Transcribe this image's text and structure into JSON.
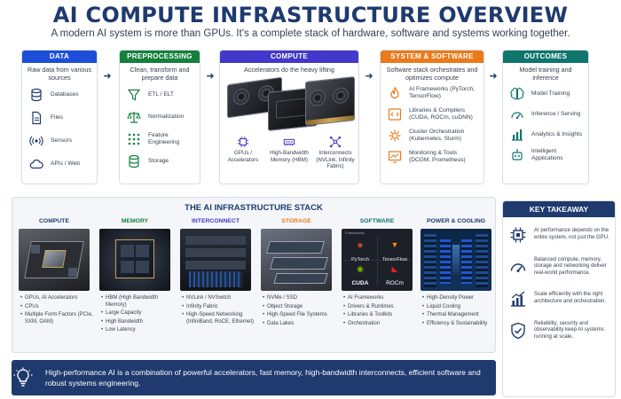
{
  "header": {
    "title": "AI COMPUTE INFRASTRUCTURE OVERVIEW",
    "subtitle": "A modern AI system is more than GPUs. It's a complete stack of hardware, software and systems working together."
  },
  "colors": {
    "navy": "#1e3a6e",
    "data": "#1d4ed8",
    "preprocessing": "#15803d",
    "compute": "#4338ca",
    "system_software": "#ea7a1c",
    "outcomes": "#0f766e"
  },
  "flow": {
    "data": {
      "label": "DATA",
      "desc": "Raw data from various sources",
      "items": [
        {
          "label": "Databases",
          "icon": "database-icon"
        },
        {
          "label": "Files",
          "icon": "file-icon"
        },
        {
          "label": "Sensors",
          "icon": "sensor-icon"
        },
        {
          "label": "APIs / Web",
          "icon": "cloud-icon"
        }
      ]
    },
    "preprocessing": {
      "label": "PREPROCESSING",
      "desc": "Clean, transform and prepare data",
      "items": [
        {
          "label": "ETL / ELT",
          "icon": "funnel-icon"
        },
        {
          "label": "Normalization",
          "icon": "scale-icon"
        },
        {
          "label": "Feature Engineering",
          "icon": "grid-dots-icon"
        },
        {
          "label": "Storage",
          "icon": "storage-icon"
        }
      ]
    },
    "compute": {
      "label": "COMPUTE",
      "desc": "Accelerators do the heavy lifting",
      "items": [
        {
          "label": "GPUs / Accelerators",
          "icon": "chip-icon"
        },
        {
          "label": "High-Bandwidth Memory (HBM)",
          "icon": "memory-icon"
        },
        {
          "label": "Interconnects (NVLink, Infinity Fabric)",
          "icon": "network-icon"
        }
      ]
    },
    "system_software": {
      "label": "SYSTEM & SOFTWARE",
      "desc": "Software stack orchestrates and optimizes compute",
      "items": [
        {
          "label": "AI Frameworks (PyTorch, TensorFlow)",
          "icon": "flame-icon"
        },
        {
          "label": "Libraries & Compilers (CUDA, ROCm, cuDNN)",
          "icon": "code-icon"
        },
        {
          "label": "Cluster Orchestration (Kubernetes, Slurm)",
          "icon": "gears-icon"
        },
        {
          "label": "Monitoring & Tools (DCGM, Prometheus)",
          "icon": "monitor-chart-icon"
        }
      ]
    },
    "outcomes": {
      "label": "OUTCOMES",
      "desc": "Model training and inference",
      "items": [
        {
          "label": "Model Training",
          "icon": "brain-icon"
        },
        {
          "label": "Inference / Serving",
          "icon": "gauge-icon"
        },
        {
          "label": "Analytics & Insights",
          "icon": "bar-chart-icon"
        },
        {
          "label": "Intelligent Applications",
          "icon": "robot-icon"
        }
      ]
    }
  },
  "stack": {
    "title": "THE AI INFRASTRUCTURE STACK",
    "columns": [
      {
        "label": "COMPUTE",
        "color": "#1e3a6e",
        "items": [
          "GPUs, AI Accelerators",
          "CPUs",
          "Multiple Form Factors (PCIe, SXM, OAM)"
        ]
      },
      {
        "label": "MEMORY",
        "color": "#15803d",
        "items": [
          "HBM (High Bandwidth Memory)",
          "Large Capacity",
          "High Bandwidth",
          "Low Latency"
        ]
      },
      {
        "label": "INTERCONNECT",
        "color": "#4338ca",
        "items": [
          "NVLink / NVSwitch",
          "Infinity Fabric",
          "High-Speed Networking (InfiniBand, RoCE, Ethernet)"
        ]
      },
      {
        "label": "STORAGE",
        "color": "#ea7a1c",
        "items": [
          "NVMe / SSD",
          "Object Storage",
          "High-Speed File Systems",
          "Data Lakes"
        ]
      },
      {
        "label": "SOFTWARE",
        "color": "#0f766e",
        "items": [
          "AI Frameworks",
          "Drivers & Runtimes",
          "Libraries & Toolkits",
          "Orchestration"
        ]
      },
      {
        "label": "POWER & COOLING",
        "color": "#1e3a6e",
        "items": [
          "High-Density Power",
          "Liquid Cooling",
          "Thermal Management",
          "Efficiency & Sustainability"
        ]
      }
    ],
    "software_logos": {
      "header": "Frameworks",
      "pytorch": "PyTorch",
      "tensorflow": "TensorFlow",
      "cuda": "CUDA",
      "rocm": "ROCm"
    }
  },
  "takeaway": {
    "title": "KEY TAKEAWAY",
    "items": [
      {
        "text": "AI performance depends on the entire system, not just the GPU.",
        "icon": "chip-icon"
      },
      {
        "text": "Balanced compute, memory, storage and networking deliver real-world performance.",
        "icon": "gauge-icon"
      },
      {
        "text": "Scale efficiently with the right architecture and orchestration.",
        "icon": "growth-chart-icon"
      },
      {
        "text": "Reliability, security and observability keep AI systems running at scale.",
        "icon": "shield-check-icon"
      }
    ]
  },
  "footer": {
    "text": "High-performance AI is a combination of powerful accelerators, fast memory, high-bandwidth interconnects, efficient software and robust systems engineering.",
    "icon": "lightbulb-icon"
  }
}
